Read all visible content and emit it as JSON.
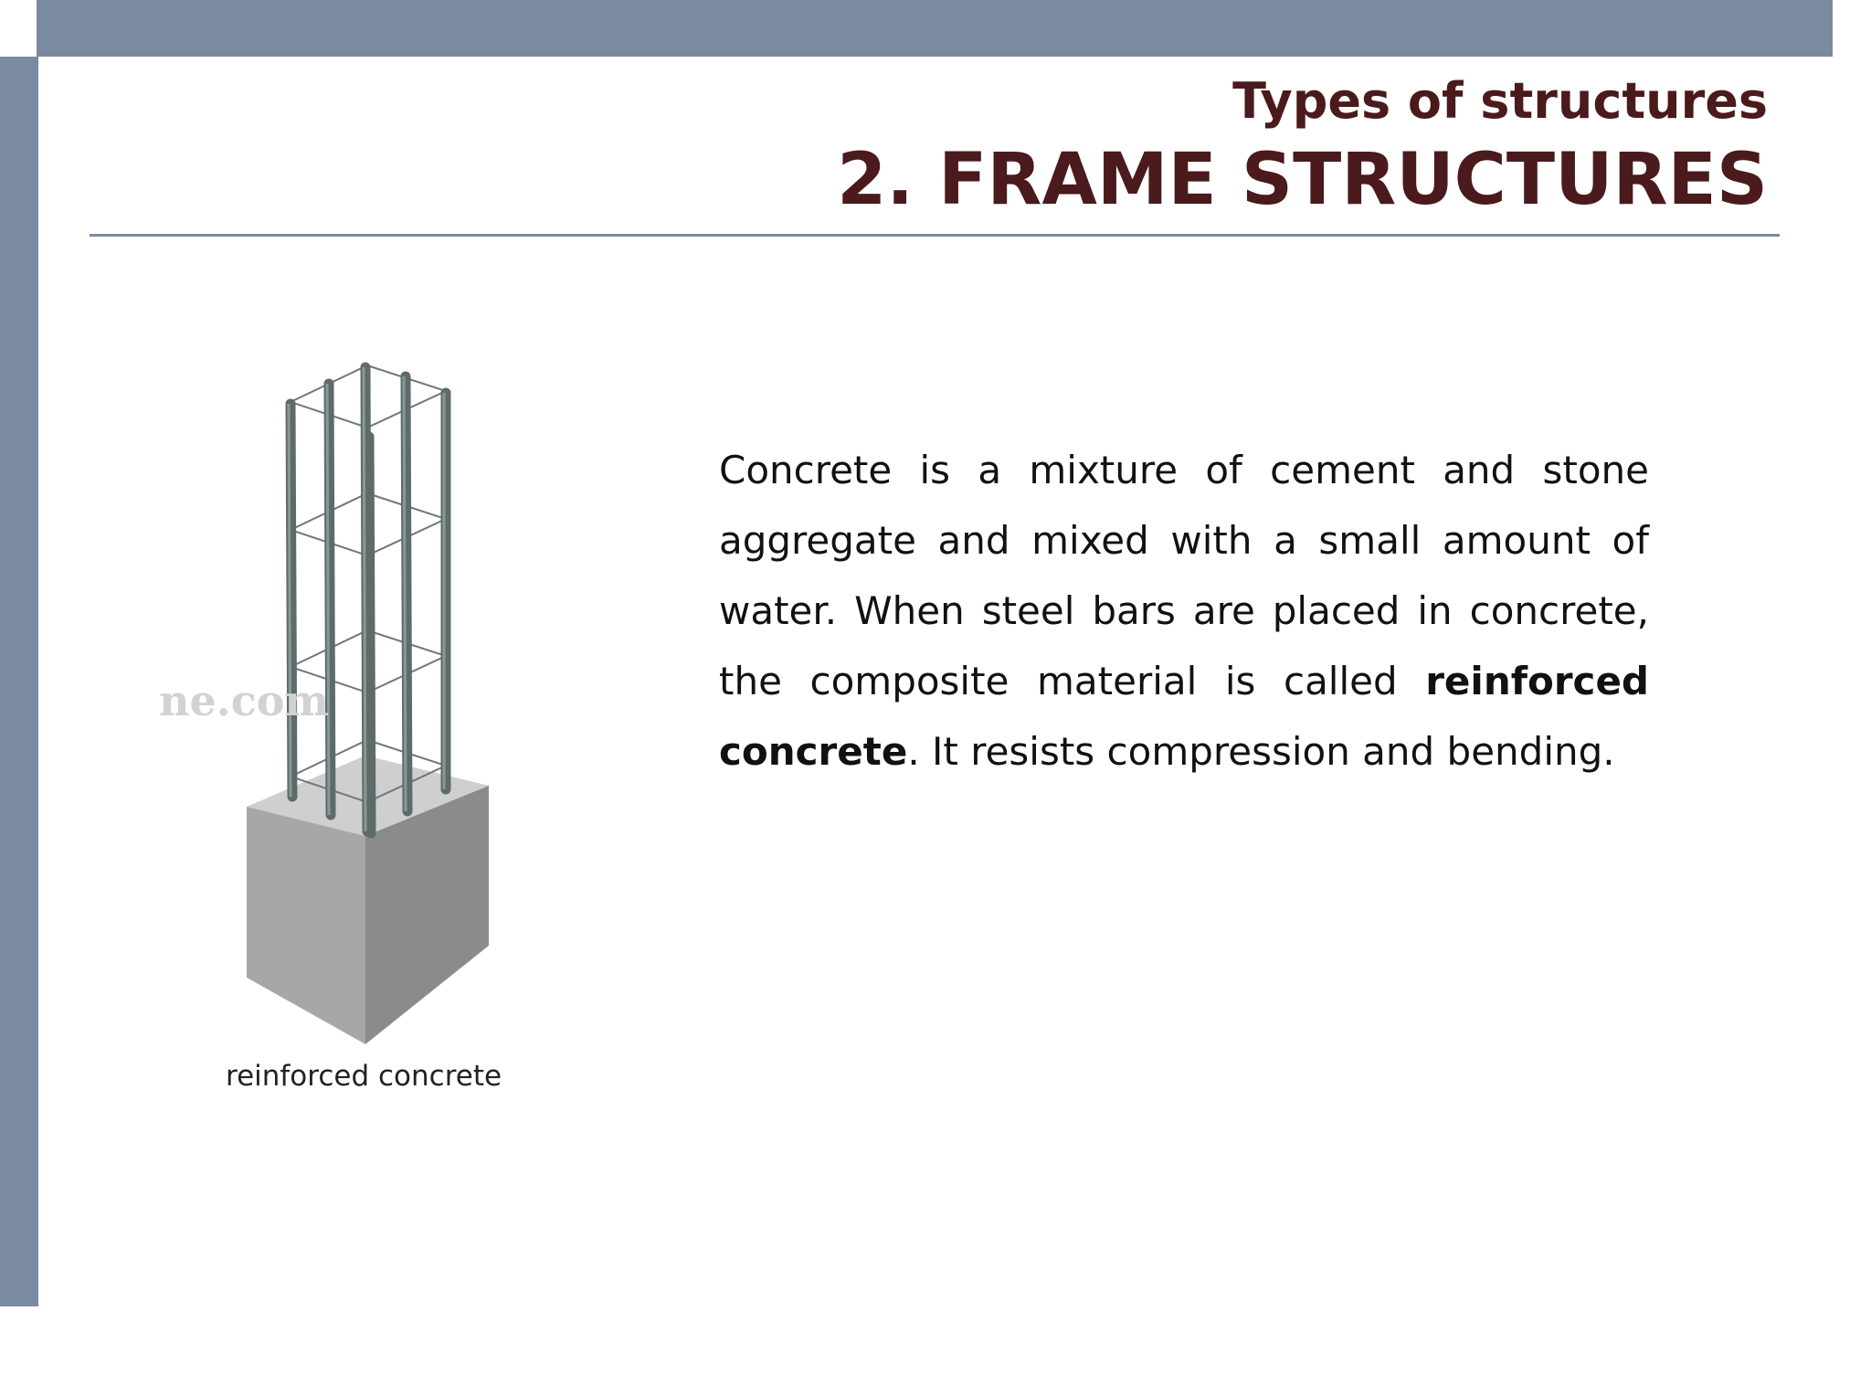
{
  "header": {
    "subtitle": "Types of structures",
    "title": "2. FRAME STRUCTURES"
  },
  "figure": {
    "watermark": "ne.com",
    "caption": "reinforced concrete"
  },
  "body": {
    "text_before": "Concrete is a mixture of cement and stone aggregate and mixed with a small amount of water. When steel bars are placed in concrete, the composite material is called ",
    "bold_term": "reinforced concrete",
    "text_after": ". It resists compression and bending."
  },
  "colors": {
    "bar": "#7a8ba1",
    "title": "#4a1a1c"
  }
}
